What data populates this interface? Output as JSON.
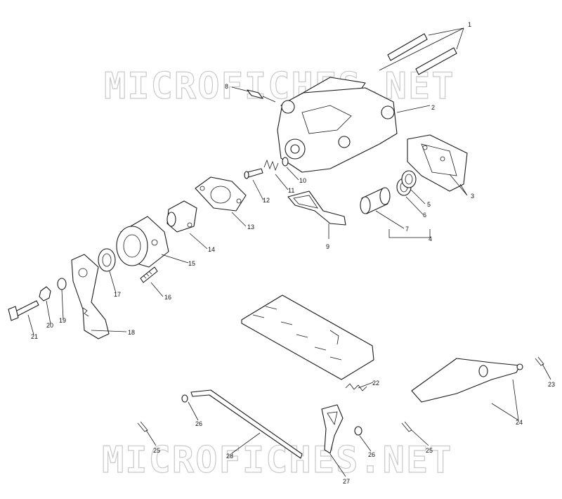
{
  "watermark": {
    "text": "MICROFICHES.NET",
    "color": "#c9c9c9"
  },
  "callouts": [
    "1",
    "2",
    "3",
    "4",
    "5",
    "6",
    "7",
    "8",
    "9",
    "10",
    "11",
    "12",
    "13",
    "14",
    "15",
    "16",
    "17",
    "18",
    "19",
    "20",
    "21",
    "22",
    "23",
    "24",
    "25",
    "25",
    "26",
    "26",
    "27",
    "28"
  ],
  "colors": {
    "line": "#1a1a1a",
    "background": "#ffffff"
  }
}
